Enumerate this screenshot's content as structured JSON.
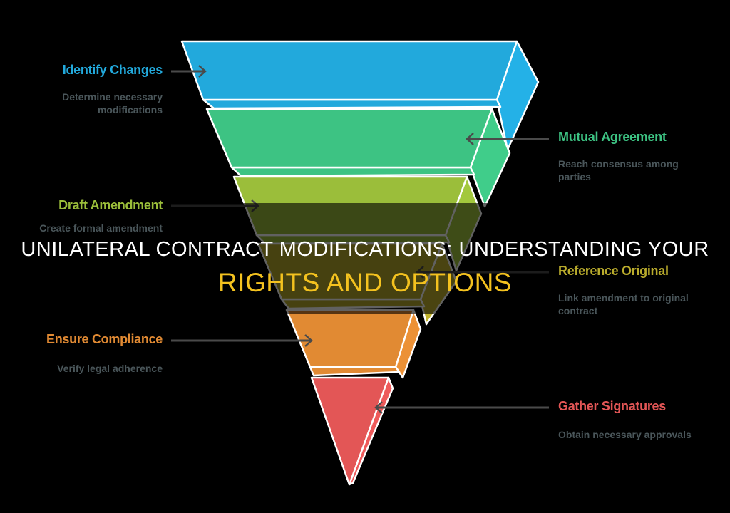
{
  "title": {
    "line1": "UNILATERAL CONTRACT MODIFICATIONS: UNDERSTANDING YOUR",
    "line2": "RIGHTS AND OPTIONS",
    "line2_color": "#f4c21f"
  },
  "funnel": {
    "stages": [
      {
        "label": "Identify Changes",
        "description": "Determine necessary modifications",
        "color": "#22a9dc",
        "side": "left"
      },
      {
        "label": "Mutual Agreement",
        "description": "Reach consensus among parties",
        "color": "#3dc383",
        "side": "right"
      },
      {
        "label": "Draft Amendment",
        "description": "Create formal amendment",
        "color": "#9bbe3a",
        "side": "left"
      },
      {
        "label": "Reference Original",
        "description": "Link amendment to original contract",
        "color": "#b9ab2c",
        "side": "right"
      },
      {
        "label": "Ensure Compliance",
        "description": "Verify legal adherence",
        "color": "#e18a33",
        "side": "left"
      },
      {
        "label": "Gather Signatures",
        "description": "Obtain necessary approvals",
        "color": "#e35656",
        "side": "right"
      }
    ]
  }
}
